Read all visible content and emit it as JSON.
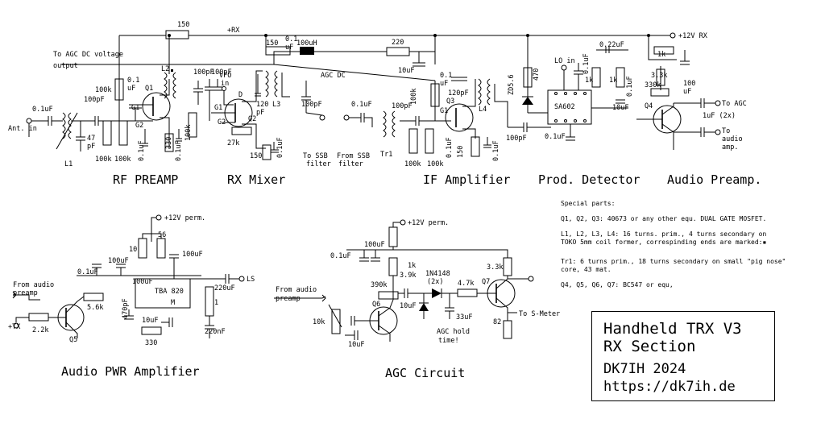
{
  "title_block": {
    "title": "Handheld TRX V3",
    "subtitle": "RX Section",
    "author_year": "DK7IH 2024",
    "url": "https://dk7ih.de"
  },
  "sections": {
    "rf_preamp": "RF PREAMP",
    "rx_mixer": "RX Mixer",
    "if_amplifier": "IF Amplifier",
    "prod_detector": "Prod. Detector",
    "audio_preamp": "Audio Preamp.",
    "audio_pwr": "Audio PWR Amplifier",
    "agc": "AGC Circuit"
  },
  "notes": {
    "heading": "Special parts:",
    "line1": "Q1, Q2, Q3: 40673 or any other equ. DUAL GATE MOSFET.",
    "line2a": "L1, L2, L3, L4: 16 turns. prim., 4 turns secondary on",
    "line2b": "TOKO 5mm coil former, correspinding ends are marked:▪",
    "line3a": "Tr1: 6 turns prim., 18 turns secondary on small \"pig nose\"",
    "line3b": "core, 43 mat.",
    "line4": "Q4, Q5, Q6, Q7: BC547 or equ,"
  },
  "labels": {
    "agc_out_1": "To AGC DC voltage",
    "agc_out_2": "output",
    "r150a": "150",
    "plus_rx": "+RX",
    "plus12_rx": "+12V RX",
    "r150b": "150",
    "c01_top": "0.1",
    "c01_top2": "uF",
    "l100uh": "100uH",
    "r220": "220",
    "c10uf_a": "10uF",
    "agc_dc": "AGC DC",
    "ant_in_1": "Ant. in",
    "c01uf_ant": "0.1uF",
    "l1": "L1",
    "c47pf_1": "47",
    "c47pf_2": "pF",
    "c100pf_rf": "100pF",
    "r100k_rf": "100k",
    "c01_rf1": "0.1",
    "c01_rf2": "uF",
    "l2": "L2",
    "q1": "Q1",
    "g1_q1": "G1",
    "g2_q1": "G2",
    "r100k_b1": "100k",
    "r100k_b2": "100k",
    "r330": "330",
    "c01uf_v1": "0.1uF",
    "c01uf_v2": "0.1uF",
    "c100pf_m1": "100pF",
    "c100pf_m2": "100pF",
    "vfo_in_1": "VFO",
    "vfo_in_2": "in",
    "r100k_m": "100k",
    "g1_q2": "G1",
    "g2_q2": "G2",
    "d_q2": "D",
    "q2": "Q2",
    "r27k": "27k",
    "c120_1": "120",
    "c120_2": "pF",
    "l3": "L3",
    "r150_m": "150",
    "c01uf_m": "0.1uF",
    "c100pf_ssb": "100pF",
    "to_ssb_1": "To SSB",
    "to_ssb_2": "filter",
    "c01uf_ssb": "0.1uF",
    "from_ssb_1": "From SSB",
    "from_ssb_2": "filter",
    "tr1": "Tr1",
    "c100pf_if": "100pF",
    "r100k_if": "100k",
    "r100k_if2": "100k",
    "r100k_if3": "100k",
    "c01uf_if": "0.1uF",
    "c01_if1": "0.1",
    "c01_if2": "uF",
    "c120pf_if": "120pF",
    "q3": "Q3",
    "g1_q3": "G1",
    "l4": "L4",
    "r150_if": "150",
    "c01uf_if2": "0.1uF",
    "zd": "ZD5.6",
    "r470": "470",
    "lo_in": "LO in",
    "c01uf_lo": "0.1uF",
    "c022": "0.22uF",
    "r1k_a": "1k",
    "r1k_b": "1k",
    "sa602": "SA602",
    "c100pf_pd": "100pF",
    "c01uf_pd": "0.1uF",
    "c01uf_pd2": "0.1uF",
    "c10uf_pd": "10uF",
    "r1k_ap": "1k",
    "r33k": "3.3k",
    "r330k": "330k",
    "c100uf_1": "100",
    "c100uf_2": "uF",
    "q4": "Q4",
    "to_agc": "To AGC",
    "c1uf_2x": "1uF (2x)",
    "to_audio_1": "To",
    "to_audio_2": "audio",
    "to_audio_3": "amp.",
    "plus12_perm_a": "+12V perm.",
    "r10": "10",
    "r56": "56",
    "c100uf_pa": "100uF",
    "c100uf_pa2": "100uF",
    "c01uf_pa": "0.1uF",
    "c100uf_pa3": "100uF",
    "tba820": "TBA 820",
    "m_pin": "M",
    "c220uf": "220uF",
    "ls": "LS",
    "r1_pa": "1",
    "c470pf": "470pF",
    "c10uf_pa": "10uF",
    "r330_pa": "330",
    "c220nf": "220nF",
    "from_audio_pa_1": "From audio",
    "from_audio_pa_2": "preamp",
    "r56k": "5.6k",
    "r22k": "2.2k",
    "plus_tx": "+TX",
    "q5": "Q5",
    "plus12_perm_b": "+12V perm.",
    "c100uf_agc": "100uF",
    "c01uf_agc": "0.1uF",
    "r1k_agc": "1k",
    "r39k": "3.9k",
    "r390k": "390k",
    "d1n4148_1": "1N4148",
    "d1n4148_2": "(2x)",
    "r47k": "4.7k",
    "r33k_agc": "3.3k",
    "q7": "Q7",
    "c10uf_agc1": "10uF",
    "c10uf_agc2": "10uF",
    "q6": "Q6",
    "c33uf": "33uF",
    "agc_hold_1": "AGC hold",
    "agc_hold_2": "time!",
    "to_smeter": "To S-Meter",
    "r82": "82",
    "r10k": "10k",
    "from_audio_agc_1": "From audio",
    "from_audio_agc_2": "preamp"
  }
}
